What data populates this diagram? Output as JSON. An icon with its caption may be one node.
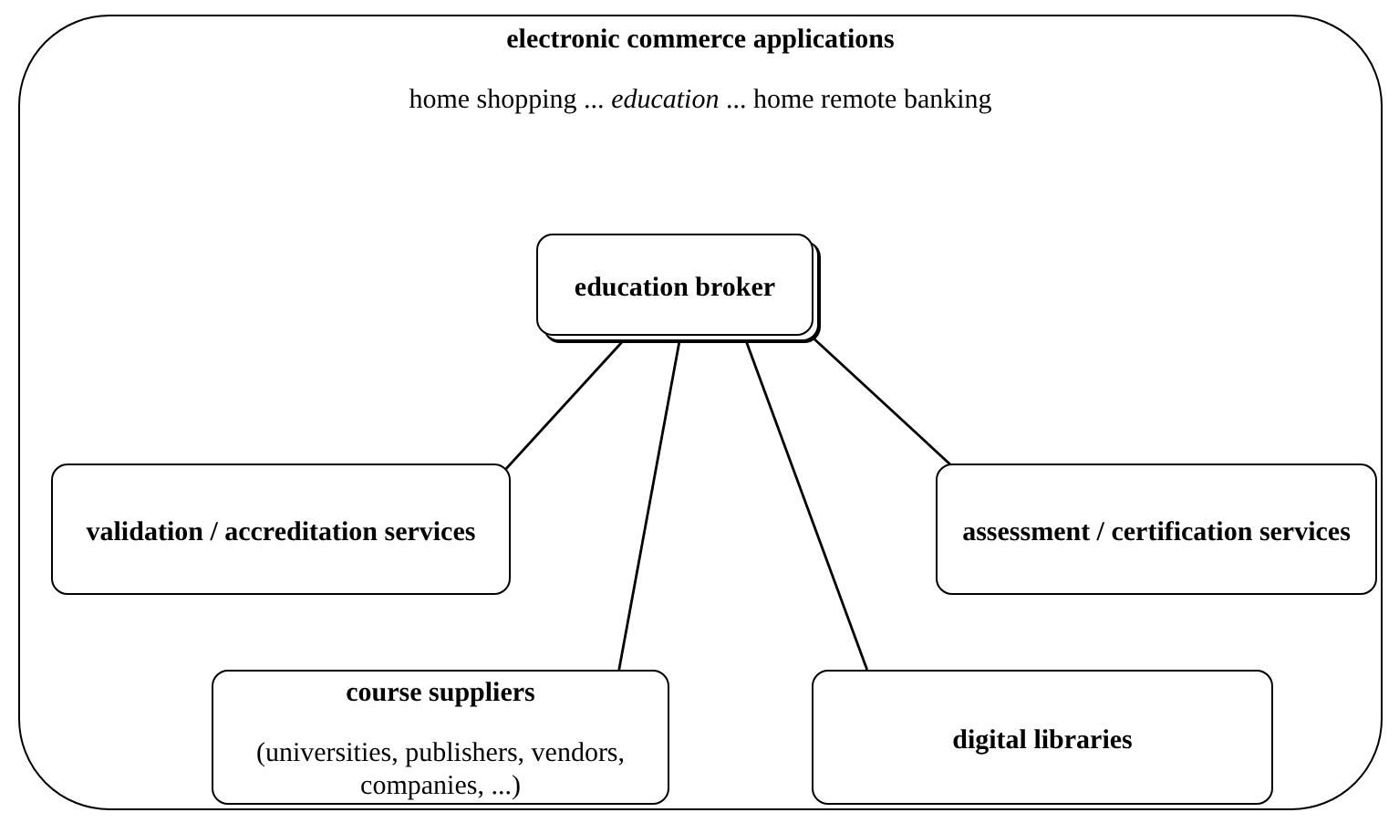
{
  "diagram": {
    "nodes": [
      {
        "text": [
          "electronic commerce applications",
          "home shopping ... *education* ... home remote banking"
        ]
      },
      {
        "text": [
          "education broker"
        ],
        "in": 0
      },
      {
        "text": [
          "validation / accreditation services"
        ],
        "in": 0
      },
      {
        "text": [
          "assessment / certification services"
        ],
        "in": 0
      },
      {
        "text": [
          "course suppliers",
          "(universities, publishers, vendors, companies, ...)"
        ],
        "in": 0
      },
      {
        "text": [
          "digital libraries"
        ],
        "in": 0
      }
    ],
    "edges": [
      {
        "from": 1,
        "to": 2,
        "arrow": "none"
      },
      {
        "from": 1,
        "to": 4,
        "arrow": "none"
      },
      {
        "from": 1,
        "to": 5,
        "arrow": "none"
      },
      {
        "from": 1,
        "to": 3,
        "arrow": "none"
      }
    ]
  }
}
